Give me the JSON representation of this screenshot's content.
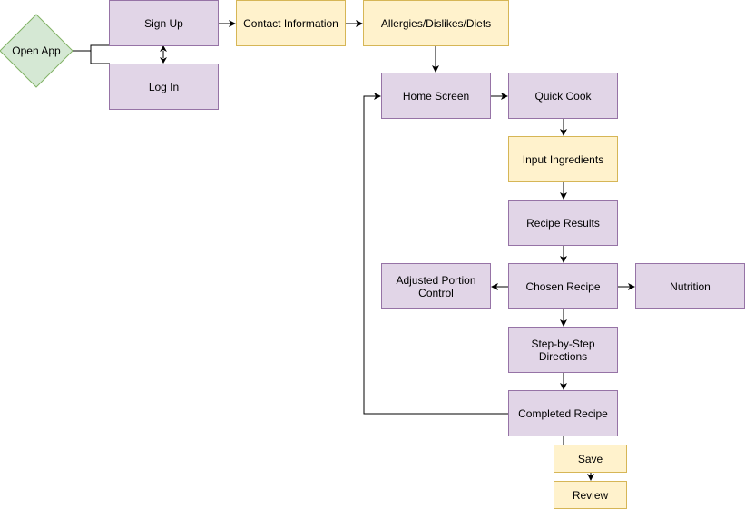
{
  "diagram": {
    "nodes": {
      "open_app": "Open App",
      "sign_up": "Sign Up",
      "log_in": "Log In",
      "contact_information": "Contact Information",
      "allergies": "Allergies/Dislikes/Diets",
      "home_screen": "Home Screen",
      "quick_cook": "Quick Cook",
      "input_ingredients": "Input Ingredients",
      "recipe_results": "Recipe Results",
      "chosen_recipe": "Chosen Recipe",
      "adjusted_portion_control": "Adjusted Portion Control",
      "nutrition": "Nutrition",
      "step_by_step_directions": "Step-by-Step Directions",
      "completed_recipe": "Completed Recipe",
      "save": "Save",
      "review": "Review"
    },
    "colors": {
      "purple_fill": "#e1d5e7",
      "purple_stroke": "#9673a6",
      "yellow_fill": "#fff2cc",
      "yellow_stroke": "#d6b656",
      "green_fill": "#d5e8d4",
      "green_stroke": "#82b366",
      "edge": "#000000"
    }
  }
}
